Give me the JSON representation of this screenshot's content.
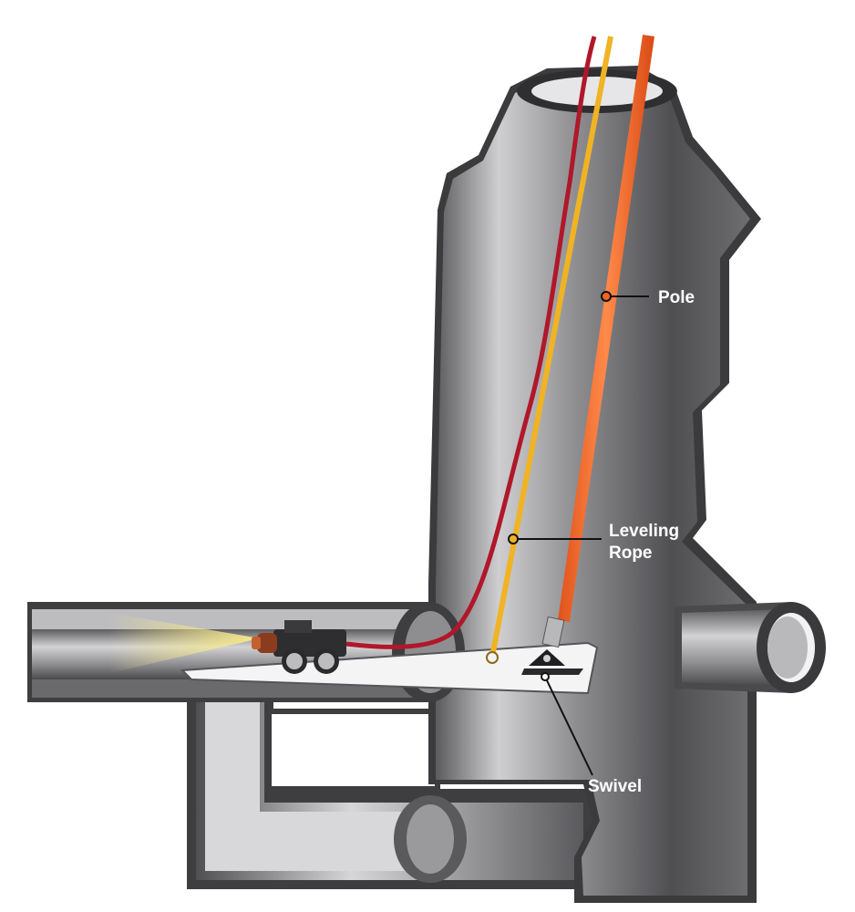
{
  "labels": {
    "pole": "Pole",
    "leveling_rope_line1": "Leveling",
    "leveling_rope_line2": "Rope",
    "swivel": "Swivel"
  },
  "colors": {
    "pole": "#f26522",
    "leveling_rope": "#f0b323",
    "cable": "#b0182a",
    "concrete_dark": "#4a4a4c",
    "concrete_light": "#c9c9cb",
    "light_beam": "#f7e98a"
  },
  "icons": {
    "crawler_camera": "crawler-camera-icon",
    "swivel": "swivel-icon"
  }
}
